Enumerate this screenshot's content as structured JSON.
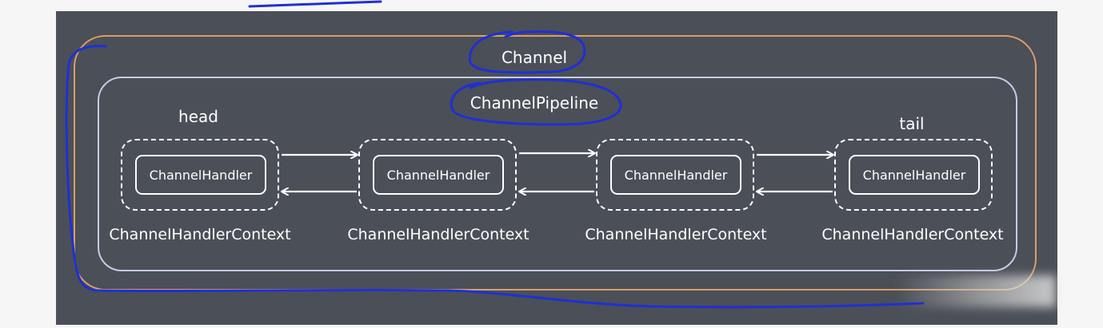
{
  "diagram": {
    "channel_title": "Channel",
    "pipeline_title": "ChannelPipeline",
    "head_label": "head",
    "tail_label": "tail",
    "contexts": [
      {
        "handler": "ChannelHandler",
        "context": "ChannelHandlerContext"
      },
      {
        "handler": "ChannelHandler",
        "context": "ChannelHandlerContext"
      },
      {
        "handler": "ChannelHandler",
        "context": "ChannelHandlerContext"
      },
      {
        "handler": "ChannelHandler",
        "context": "ChannelHandlerContext"
      }
    ],
    "colors": {
      "panel_background": "#4b4f57",
      "channel_border": "#d9a06a",
      "pipeline_border": "#c7cbe8",
      "annotation_ink": "#1f2fd6",
      "text": "#ffffff"
    }
  }
}
